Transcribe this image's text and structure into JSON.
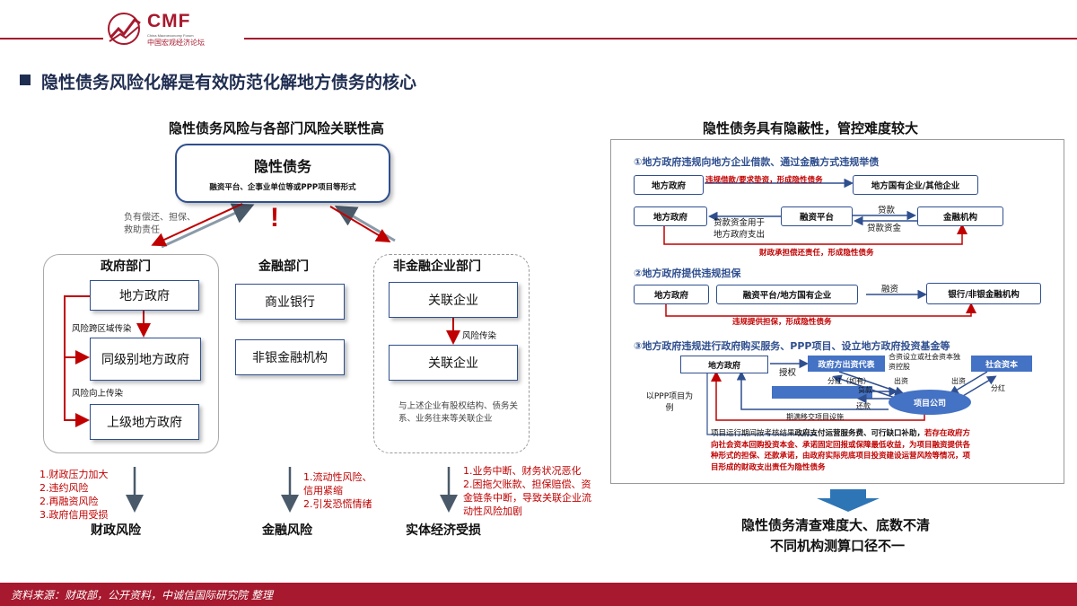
{
  "header": {
    "logo_text": "CMF",
    "logo_sub_en": "China Macroeconomy Forum",
    "logo_sub_cn": "中国宏观经济论坛"
  },
  "page_title": "隐性债务风险化解是有效防范化解地方债务的核心",
  "left": {
    "title": "隐性债务风险与各部门风险关联性高",
    "top_box": {
      "title": "隐性债务",
      "subtitle": "融资平台、企事业单位等或PPP项目等形式"
    },
    "left_arrow_label": "负有偿还、担保、救助责任",
    "exclaim": "!",
    "gov": {
      "title": "政府部门",
      "b1": "地方政府",
      "b2": "同级别地方政府",
      "b3": "上级地方政府",
      "l1": "风险跨区域传染",
      "l2": "风险向上传染"
    },
    "fin": {
      "title": "金融部门",
      "b1": "商业银行",
      "b2": "非银金融机构"
    },
    "nonfin": {
      "title": "非金融企业部门",
      "b1": "关联企业",
      "b2": "关联企业",
      "l1": "风险传染",
      "note": "与上述企业有股权结构、债务关系、业务往来等关联企业"
    },
    "risk_gov": [
      "1.财政压力加大",
      "2.违约风险",
      "2.再融资风险",
      "3.政府信用受损"
    ],
    "risk_fin": [
      "1.流动性风险、信用紧缩",
      "2.引发恐慌情绪"
    ],
    "risk_real": [
      "1.业务中断、财务状况恶化",
      "2.困拖欠账款、担保赔偿、资金链条中断，导致关联企业流动性风险加剧"
    ],
    "out_gov": "财政风险",
    "out_fin": "金融风险",
    "out_real": "实体经济受损"
  },
  "right": {
    "title": "隐性债务具有隐蔽性，管控难度较大",
    "s1": {
      "title": "①地方政府违规向地方企业借款、通过金融方式违规举债",
      "b_gov1": "地方政府",
      "b_soe": "地方国有企业/其他企业",
      "arrow1": "违规借款/要求垫资，形成隐性债务",
      "b_gov2": "地方政府",
      "b_plat": "融资平台",
      "b_fin": "金融机构",
      "l_loan": "贷款",
      "l_loanfund": "贷款资金",
      "l_use": "贷款资金用于地方政府支出",
      "red": "财政承担偿还责任，形成隐性债务"
    },
    "s2": {
      "title": "②地方政府提供违规担保",
      "b_gov": "地方政府",
      "b_plat": "融资平台/地方国有企业",
      "b_bank": "银行/非银金融机构",
      "l_fin": "融资",
      "red": "违规提供担保，形成隐性债务"
    },
    "s3": {
      "title": "③地方政府违规进行政府购买服务、PPP项目、设立地方政府投资基金等",
      "b_gov": "地方政府",
      "b_rep": "政府方出资代表",
      "b_soc": "社会资本",
      "b_proj": "项目公司",
      "l_auth": "授权",
      "l_jv": "合资设立或社会资本独资控股",
      "l_div1": "分红（如有）",
      "l_inv1": "出资",
      "l_inv2": "出资",
      "l_div2": "分红",
      "l_loan": "贷款",
      "l_repay": "还款",
      "l_transfer": "期满移交项目设施",
      "l_ppp": "以PPP项目为例",
      "desc_plain": "项目运行期间按考核结果",
      "desc_bold": "政府支付运营服务费、可行缺口补助，",
      "desc_red": "若存在政府方向社会资本回购投资本金、承诺固定回报或保障最低收益，为项目融资提供各种形式的担保、还款承诺，由政府实际兜底项目投资建设运营风险等情况，项目形成的财政支出责任为隐性债务"
    },
    "conclusion1": "隐性债务清查难度大、底数不清",
    "conclusion2": "不同机构测算口径不一"
  },
  "footer": {
    "source": "资料来源：财政部，公开资料，中诚信国际研究院 整理"
  },
  "colors": {
    "brand_red": "#a6192e",
    "box_blue": "#2f4f8f",
    "risk_red": "#c00000",
    "fill_blue": "#4472c4"
  }
}
